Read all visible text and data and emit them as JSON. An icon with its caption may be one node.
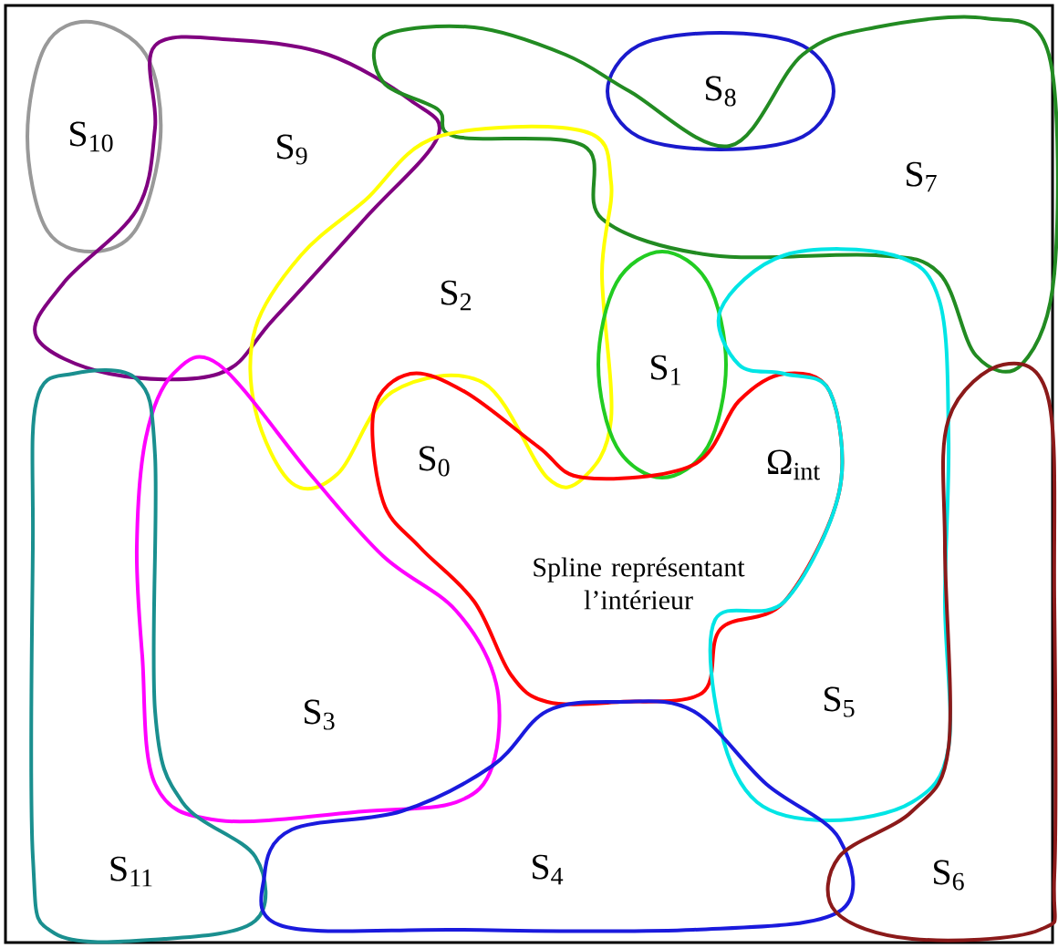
{
  "diagram": {
    "nodes": [
      {
        "text": [
          "S$_{10}$"
        ]
      },
      {
        "text": [
          "S$_{9}$"
        ]
      },
      {
        "text": [
          "S$_{8}$"
        ]
      },
      {
        "text": [
          "S$_{7}$"
        ]
      },
      {
        "text": [
          "S$_{2}$"
        ]
      },
      {
        "text": [
          "S$_{1}$"
        ]
      },
      {
        "text": [
          "S$_{0}$",
          "Ω$_{int}$",
          "Spline représentant l’intérieur"
        ]
      },
      {
        "text": [
          "S$_{3}$"
        ]
      },
      {
        "text": [
          "S$_{5}$"
        ]
      },
      {
        "text": [
          "S$_{11}$"
        ]
      },
      {
        "text": [
          "S$_{4}$"
        ]
      },
      {
        "text": [
          "S$_{6}$"
        ]
      }
    ]
  }
}
